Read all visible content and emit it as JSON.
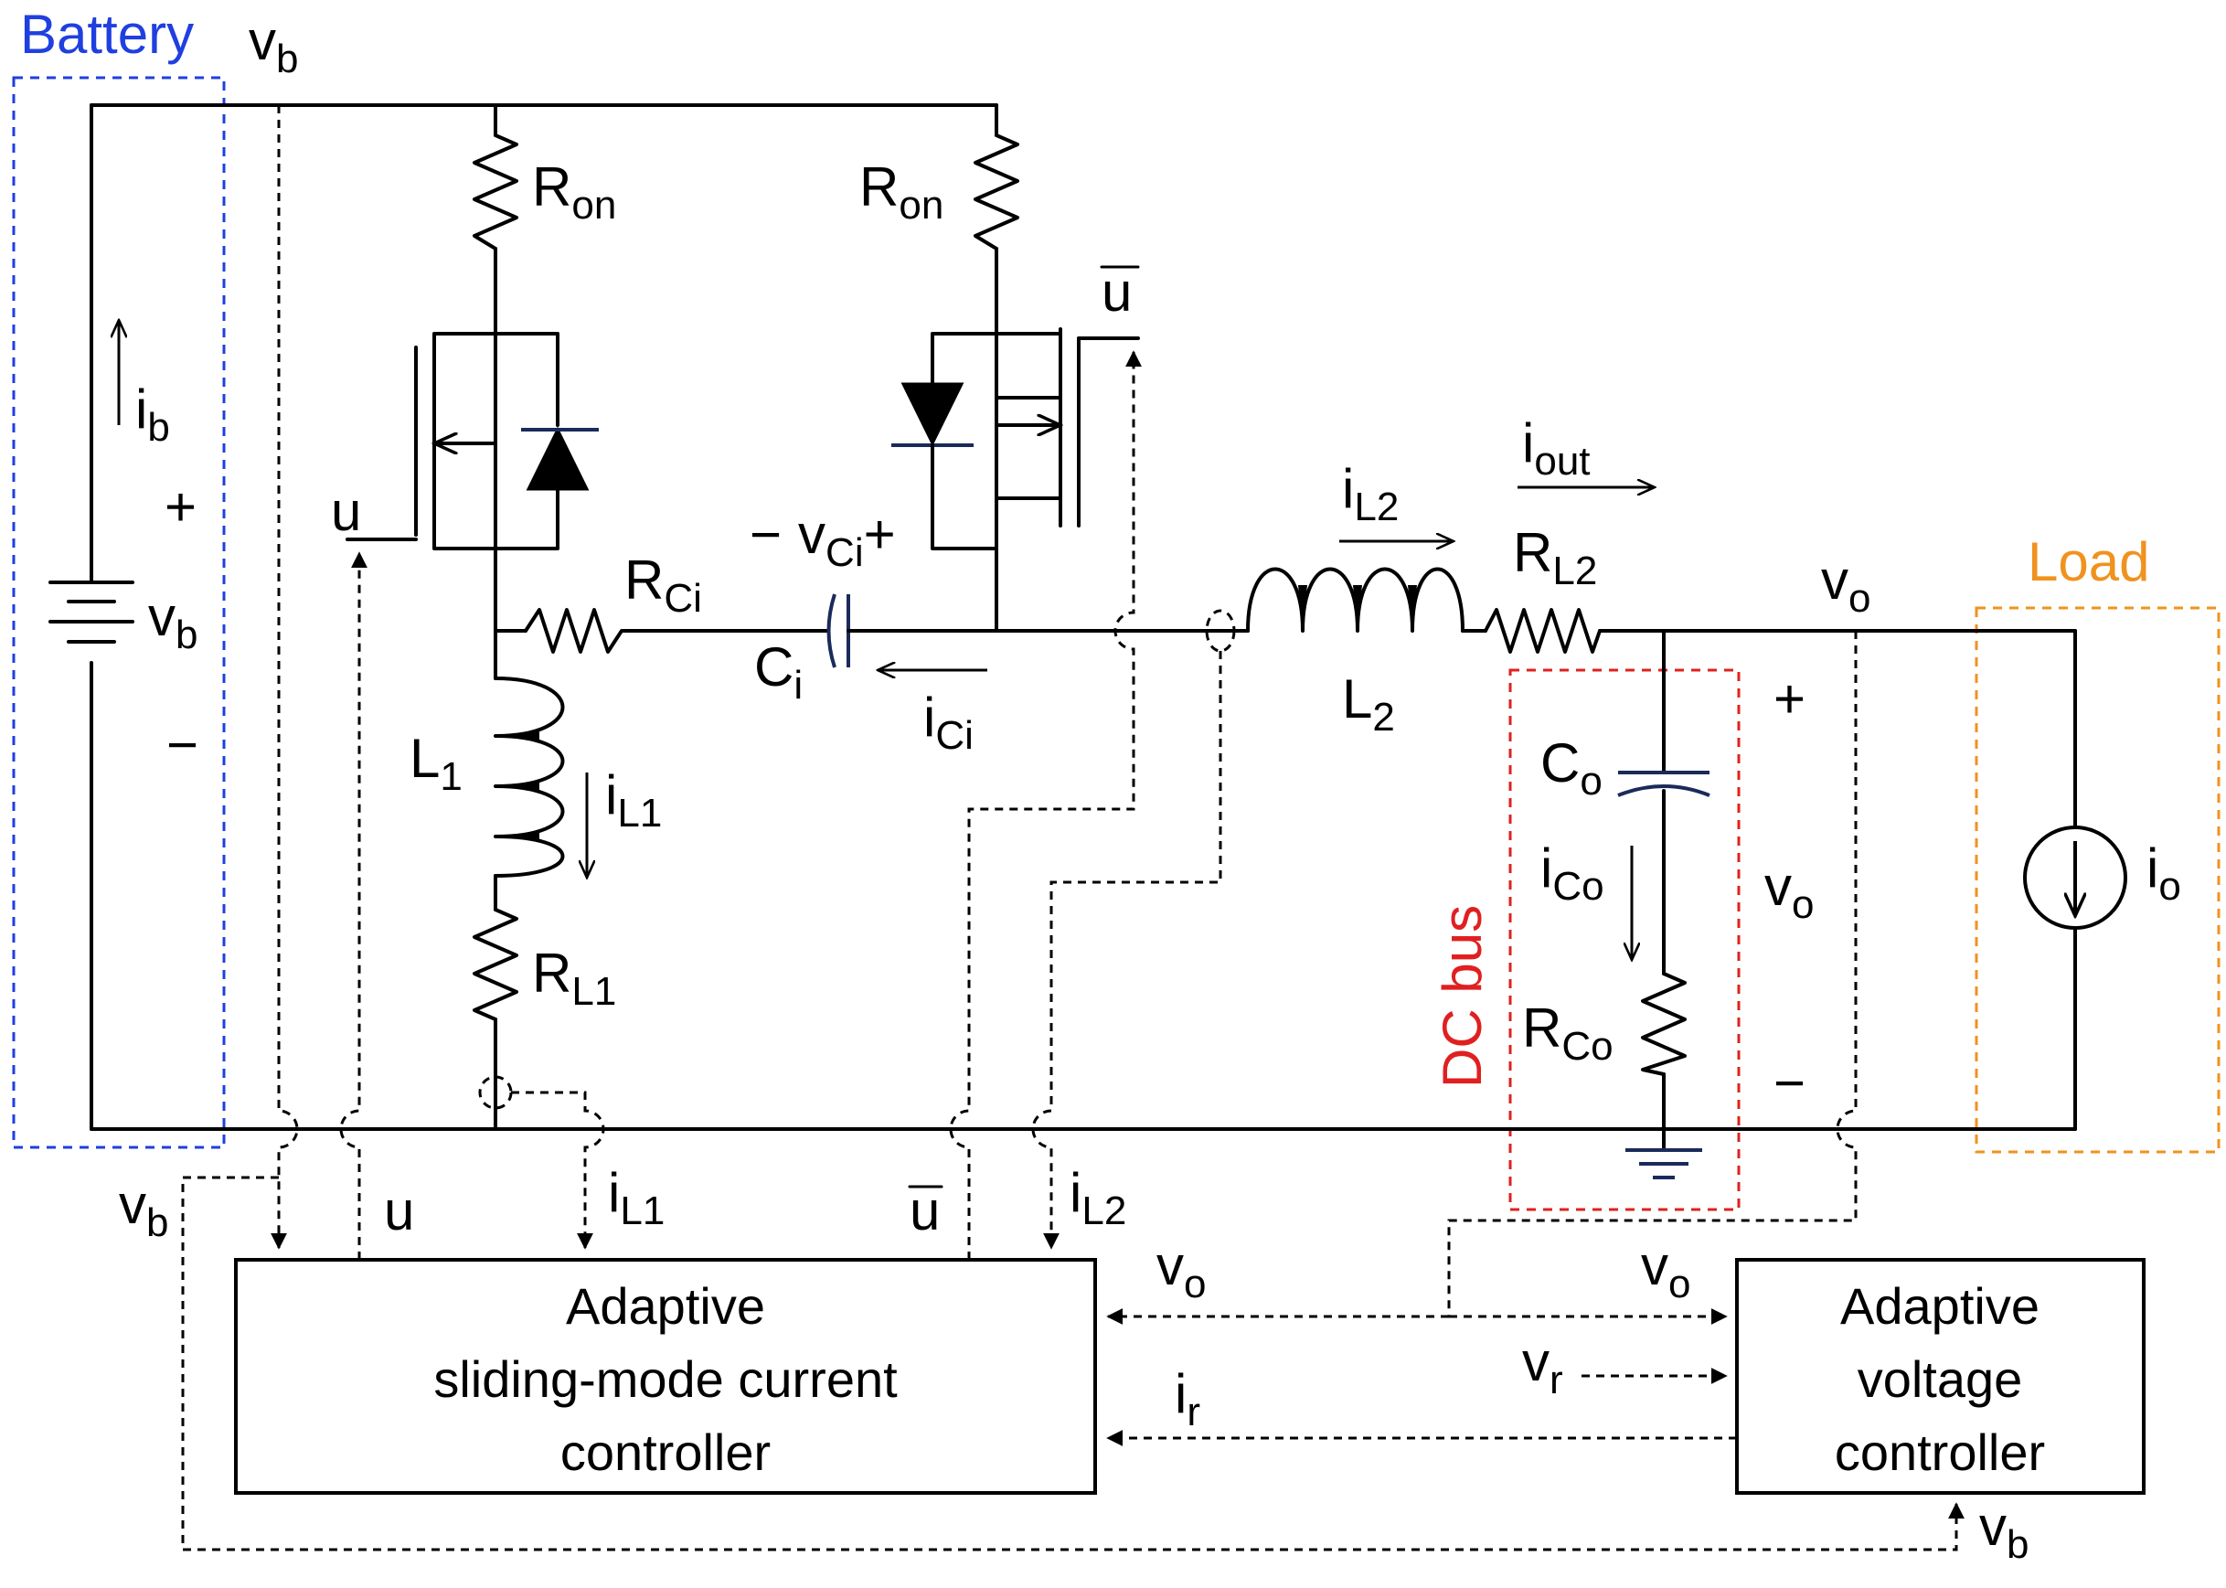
{
  "regions": {
    "battery": {
      "label": "Battery",
      "color": "#1f3fe0"
    },
    "dc_bus": {
      "label": "DC bus",
      "color": "#e02020"
    },
    "load": {
      "label": "Load",
      "color": "#f0921e"
    }
  },
  "blocks": {
    "current_controller": {
      "line1": "Adaptive",
      "line2": "sliding-mode current",
      "line3": "controller"
    },
    "voltage_controller": {
      "line1": "Adaptive",
      "line2": "voltage",
      "line3": "controller"
    }
  },
  "components": {
    "Ron_left": {
      "main": "R",
      "sub": "on"
    },
    "Ron_right": {
      "main": "R",
      "sub": "on"
    },
    "RCi": {
      "main": "R",
      "sub": "Ci"
    },
    "Ci": {
      "main": "C",
      "sub": "i"
    },
    "L1": {
      "main": "L",
      "sub": "1"
    },
    "RL1": {
      "main": "R",
      "sub": "L1"
    },
    "L2": {
      "main": "L",
      "sub": "2"
    },
    "RL2": {
      "main": "R",
      "sub": "L2"
    },
    "Co": {
      "main": "C",
      "sub": "o"
    },
    "RCo": {
      "main": "R",
      "sub": "Co"
    }
  },
  "signals": {
    "vb_top": {
      "main": "v",
      "sub": "b"
    },
    "ib": {
      "main": "i",
      "sub": "b"
    },
    "vb_battery": {
      "main": "v",
      "sub": "b"
    },
    "plus": "+",
    "minus": "−",
    "u_gate": "u",
    "u_bar_gate": "u",
    "vCi": {
      "minus": "−",
      "main": "v",
      "sub": "Ci",
      "plus": "+"
    },
    "iCi": {
      "main": "i",
      "sub": "Ci"
    },
    "iL1": {
      "main": "i",
      "sub": "L1"
    },
    "iL2": {
      "main": "i",
      "sub": "L2"
    },
    "iout": {
      "main": "i",
      "sub": "out"
    },
    "vo_node": {
      "main": "v",
      "sub": "o"
    },
    "vo_bus": {
      "main": "v",
      "sub": "o"
    },
    "iCo": {
      "main": "i",
      "sub": "Co"
    },
    "io": {
      "main": "i",
      "sub": "o"
    },
    "vb_left": {
      "main": "v",
      "sub": "b"
    },
    "u_in": "u",
    "iL1_in": {
      "main": "i",
      "sub": "L1"
    },
    "u_bar_in": "u",
    "iL2_in": {
      "main": "i",
      "sub": "L2"
    },
    "vo_cc": {
      "main": "v",
      "sub": "o"
    },
    "ir": {
      "main": "i",
      "sub": "r"
    },
    "vo_vc": {
      "main": "v",
      "sub": "o"
    },
    "vr": {
      "main": "v",
      "sub": "r"
    },
    "vb_bottom": {
      "main": "v",
      "sub": "b"
    }
  }
}
